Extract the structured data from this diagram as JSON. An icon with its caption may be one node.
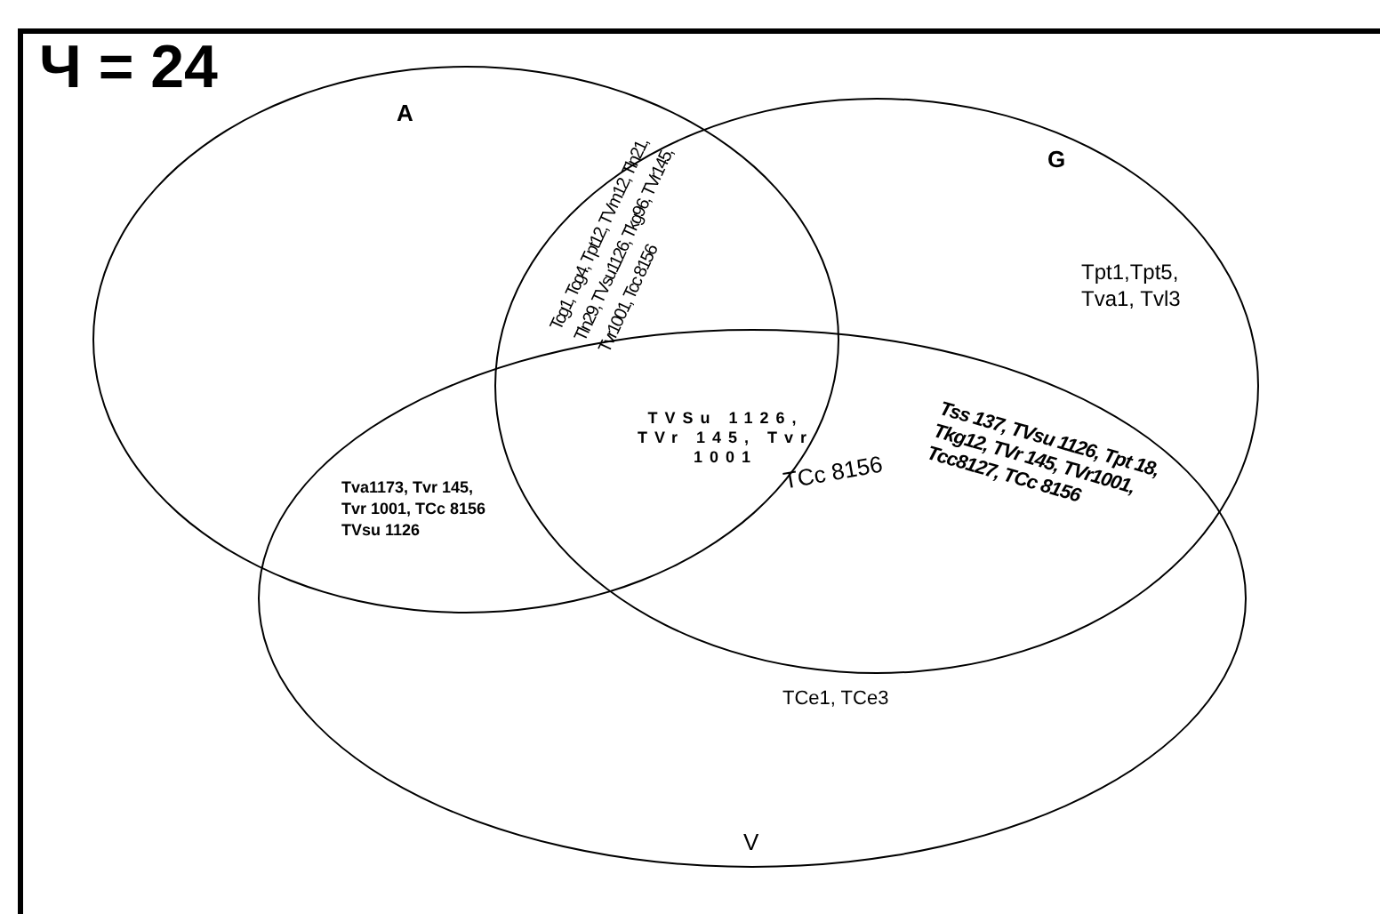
{
  "diagram": {
    "title": "Ч = 24",
    "nodes": [
      {
        "text": [
          "A"
        ]
      },
      {
        "text": [
          "G"
        ]
      },
      {
        "text": [
          "V"
        ]
      }
    ],
    "labels": [
      "Tcg1, Tcg4, Tpt12, TVm12, Tln21, Tln29, TVsu1126, Tkg96, TVr145, Tvr1001, Tcc 8156",
      "Tpt1,Tpt5, Tva1, Tvl3",
      "TVSu 1126, TVr 145, Tvr 1001",
      "TCc 8156",
      "Tva1173, Tvr 145, Tvr 1001, TCc 8156 TVsu 1126",
      "Tss 137, TVsu 1126, Tpt 18, Tkg12, TVr 145, TVr1001, Tcc8127, TCc 8156",
      "TCe1, TCe3"
    ]
  }
}
